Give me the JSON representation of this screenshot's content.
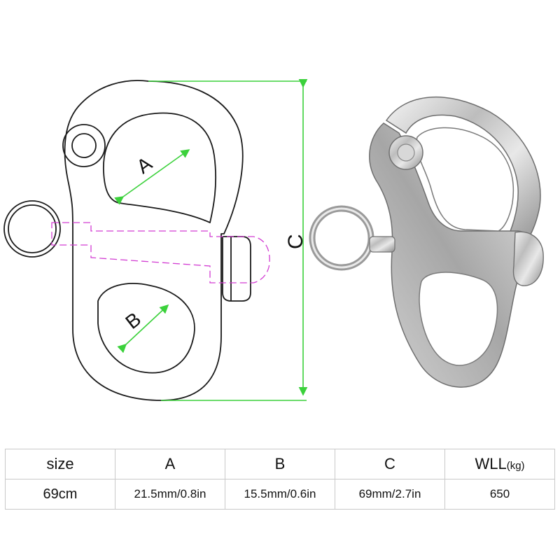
{
  "diagram": {
    "labels": {
      "a": "A",
      "b": "B",
      "c": "C"
    },
    "colors": {
      "outline": "#1a1a1a",
      "dimension": "#3bd13b",
      "pin": "#d23cd2"
    }
  },
  "spec_table": {
    "headers": {
      "size": "size",
      "a": "A",
      "b": "B",
      "c": "C",
      "wll": "WLL",
      "wll_unit": "(kg)"
    },
    "row": {
      "size": "69cm",
      "a": "21.5mm/0.8in",
      "b": "15.5mm/0.6in",
      "c": "69mm/2.7in",
      "wll": "650"
    }
  }
}
